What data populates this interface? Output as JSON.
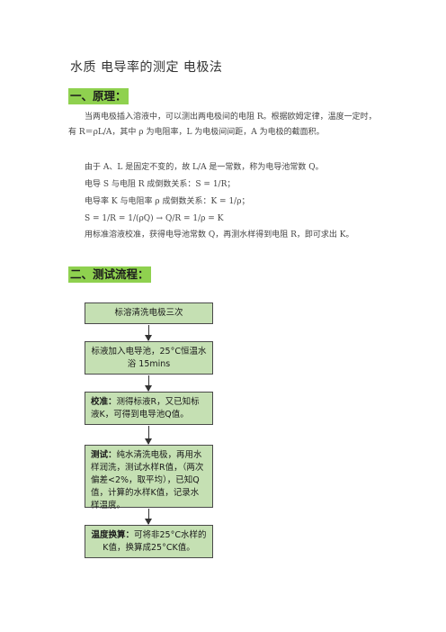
{
  "title": "水质  电导率的测定  电极法",
  "principle": {
    "heading": "一、原理：",
    "p1": "当两电极插入溶液中，可以测出两电极间的电阻 R。根据欧姆定律，温度一定时，有 R＝ρL/A，其中 ρ 为电阻率，L 为电极间间距，A 为电极的截面积。",
    "p2": "由于 A、L 是固定不变的，故 L/A 是一常数，称为电导池常数 Q。",
    "p3": "电导 S 与电阻 R 成倒数关系：S = 1/R；",
    "p4": "电导率 K 与电阻率 ρ 成倒数关系：K = 1/ρ；",
    "p5": "S = 1/R = 1/(ρQ)  →  Q/R = 1/ρ  = K",
    "p6": "用标准溶液校准，获得电导池常数 Q，再测水样得到电阻 R，即可求出 K。"
  },
  "process": {
    "heading": "二、测试流程：",
    "steps": [
      {
        "label": "",
        "text": "标溶清洗电极三次"
      },
      {
        "label": "",
        "text": "标液加入电导池，25°C恒温水浴 15mins"
      },
      {
        "label": "校准：",
        "text": "测得标液R，又已知标液K，可得到电导池Q值。"
      },
      {
        "label": "测试：",
        "text": "纯水清洗电极，再用水样润洗，测试水样R值，（两次偏差<2%，取平均），已知Q值，计算的水样K值，记录水样温度。"
      },
      {
        "label": "温度换算：",
        "text": "可将非25°C水样的K值，换算成25°CK值。"
      }
    ]
  },
  "colors": {
    "section_highlight": "#8fd14f",
    "flow_box_fill": "#c5e0b3"
  }
}
